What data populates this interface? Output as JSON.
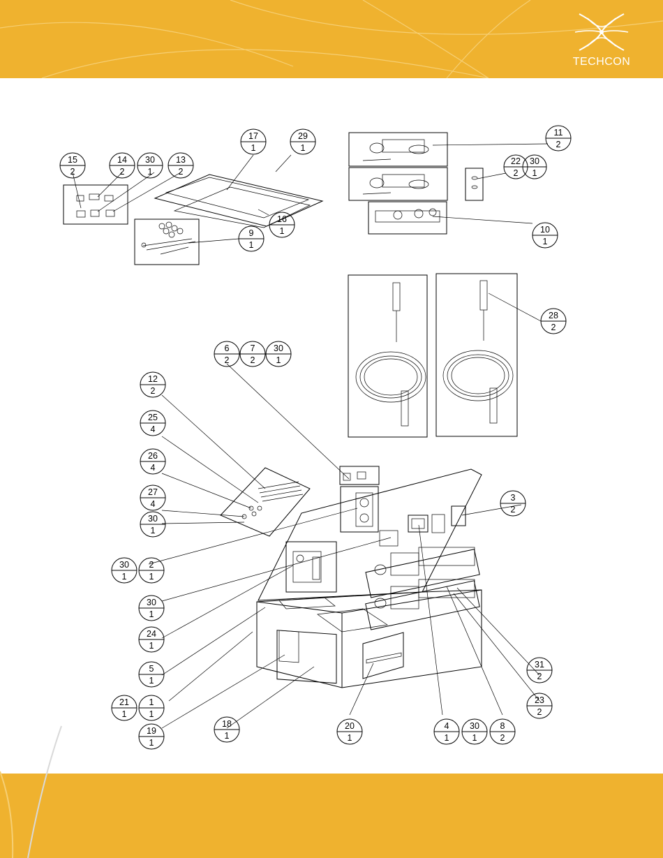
{
  "brand": {
    "name": "TECHCON",
    "accent": "#efb22f"
  },
  "callouts": [
    {
      "id": "c15",
      "item": "15",
      "qty": "2"
    },
    {
      "id": "c14",
      "item": "14",
      "qty": "2"
    },
    {
      "id": "c30a",
      "item": "30",
      "qty": "1"
    },
    {
      "id": "c13",
      "item": "13",
      "qty": "2"
    },
    {
      "id": "c17",
      "item": "17",
      "qty": "1"
    },
    {
      "id": "c29",
      "item": "29",
      "qty": "1"
    },
    {
      "id": "c16",
      "item": "16",
      "qty": "1"
    },
    {
      "id": "c9",
      "item": "9",
      "qty": "1"
    },
    {
      "id": "c11",
      "item": "11",
      "qty": "2"
    },
    {
      "id": "c22",
      "item": "22",
      "qty": "2"
    },
    {
      "id": "c30b",
      "item": "30",
      "qty": "1"
    },
    {
      "id": "c10",
      "item": "10",
      "qty": "1"
    },
    {
      "id": "c28",
      "item": "28",
      "qty": "2"
    },
    {
      "id": "c6",
      "item": "6",
      "qty": "2"
    },
    {
      "id": "c7",
      "item": "7",
      "qty": "2"
    },
    {
      "id": "c30c",
      "item": "30",
      "qty": "1"
    },
    {
      "id": "c12",
      "item": "12",
      "qty": "2"
    },
    {
      "id": "c25",
      "item": "25",
      "qty": "4"
    },
    {
      "id": "c26",
      "item": "26",
      "qty": "4"
    },
    {
      "id": "c27",
      "item": "27",
      "qty": "4"
    },
    {
      "id": "c30d",
      "item": "30",
      "qty": "1"
    },
    {
      "id": "c3",
      "item": "3",
      "qty": "2"
    },
    {
      "id": "c30e",
      "item": "30",
      "qty": "1"
    },
    {
      "id": "c2",
      "item": "2",
      "qty": "1"
    },
    {
      "id": "c30f",
      "item": "30",
      "qty": "1"
    },
    {
      "id": "c24",
      "item": "24",
      "qty": "1"
    },
    {
      "id": "c5",
      "item": "5",
      "qty": "1"
    },
    {
      "id": "c21",
      "item": "21",
      "qty": "1"
    },
    {
      "id": "c1",
      "item": "1",
      "qty": "1"
    },
    {
      "id": "c19",
      "item": "19",
      "qty": "1"
    },
    {
      "id": "c18",
      "item": "18",
      "qty": "1"
    },
    {
      "id": "c20",
      "item": "20",
      "qty": "1"
    },
    {
      "id": "c4",
      "item": "4",
      "qty": "1"
    },
    {
      "id": "c30g",
      "item": "30",
      "qty": "1"
    },
    {
      "id": "c8",
      "item": "8",
      "qty": "2"
    },
    {
      "id": "c31",
      "item": "31",
      "qty": "2"
    },
    {
      "id": "c23",
      "item": "23",
      "qty": "2"
    }
  ]
}
